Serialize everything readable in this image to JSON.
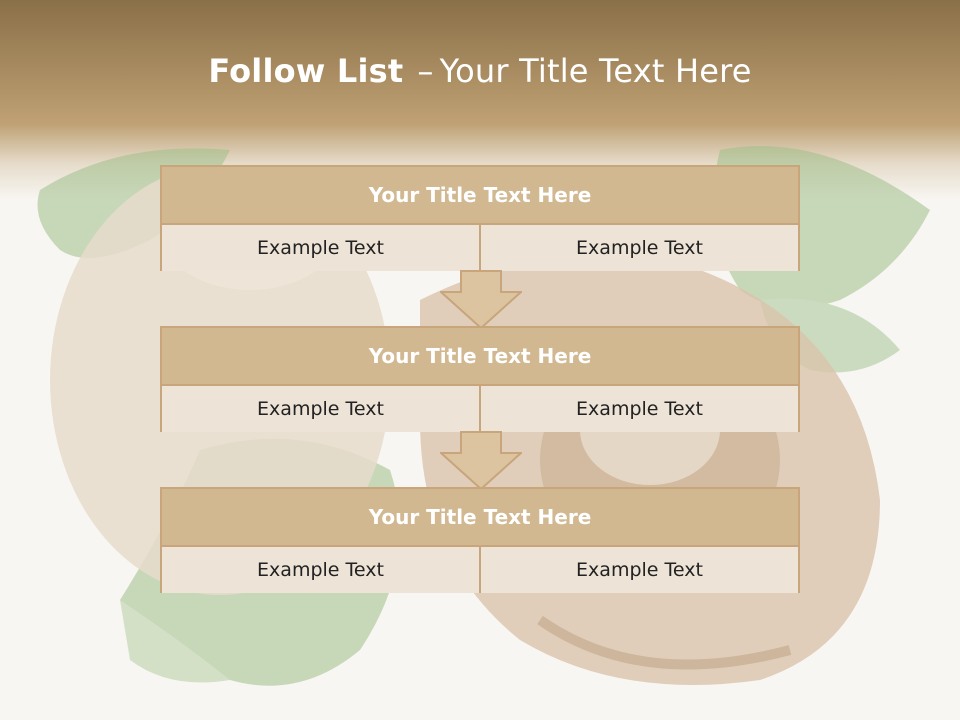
{
  "slide": {
    "title_bold": "Follow List",
    "title_sep": "–",
    "title_rest": "Your Title Text Here"
  },
  "steps": [
    {
      "title": "Your Title Text Here",
      "left": "Example Text",
      "right": "Example Text"
    },
    {
      "title": "Your Title Text Here",
      "left": "Example Text",
      "right": "Example Text"
    },
    {
      "title": "Your Title Text Here",
      "left": "Example Text",
      "right": "Example Text"
    }
  ],
  "colors": {
    "header_band": "#a88b60",
    "box_head": "#d1b891",
    "box_cell": "#ede3d7",
    "box_border": "#c8a57a",
    "arrow_fill": "#dcc4a0"
  },
  "background_art": "hazelnuts-with-leaves"
}
